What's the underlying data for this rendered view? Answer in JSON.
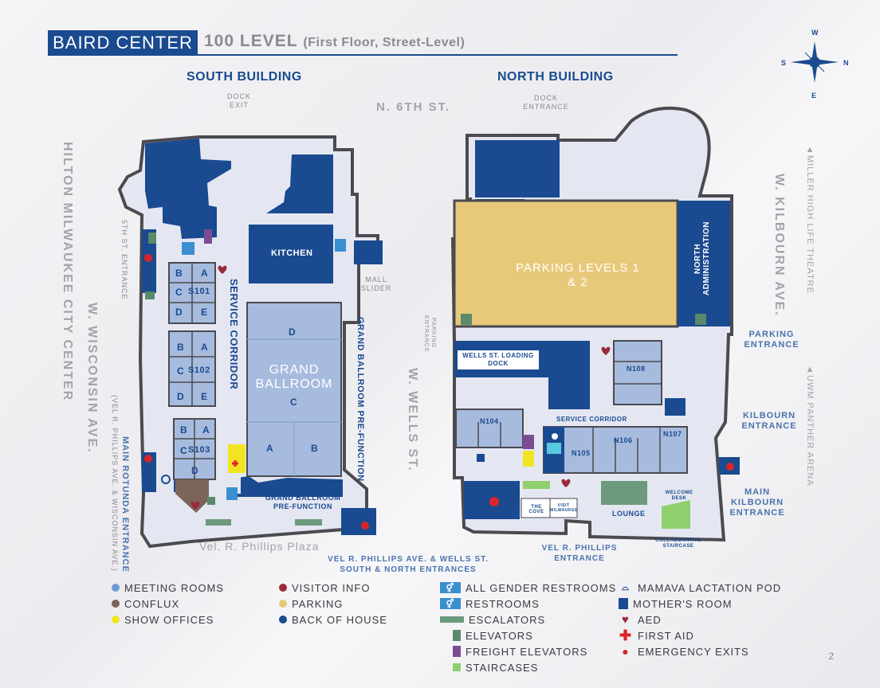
{
  "header": {
    "venue": "BAIRD CENTER",
    "level": "100 LEVEL",
    "level_detail": "(First Floor, Street-Level)"
  },
  "compass": {
    "north": "N",
    "south": "S",
    "east": "E",
    "west": "W"
  },
  "buildings": {
    "south": "SOUTH BUILDING",
    "north": "NORTH BUILDING"
  },
  "streets": {
    "n6th": "N. 6TH ST.",
    "hilton": "HILTON MILWAUKEE CITY CENTER",
    "wisconsin": "W. WISCONSIN AVE.",
    "wells": "W. WELLS ST.",
    "kilbourn": "W. KILBOURN AVE.",
    "miller": "▲MILLER HIGH LIFE THEATRE",
    "uwm": "▲UWM PANTHER ARENA",
    "plaza": "Vel. R. Phillips Plaza"
  },
  "labels": {
    "dock_exit": "DOCK EXIT",
    "dock_entrance": "DOCK ENTRANCE",
    "fifth_st_entrance": "5TH ST. ENTRANCE",
    "mall_slider": "MALL SLIDER",
    "parking_entrance_small": "PARKING ENTRANCE",
    "main_rotunda": "MAIN ROTUNDA ENTRANCE",
    "rotunda_sub": "(VEL R. PHILLIPS AVE. & WISCONSIN AVE.)",
    "wells_entrances": "VEL R. PHILLIPS AVE. & WELLS ST. SOUTH & NORTH ENTRANCES",
    "vel_entrance": "VEL R. PHILLIPS ENTRANCE",
    "parking_entrance": "PARKING ENTRANCE",
    "kilbourn_entrance": "KILBOURN ENTRANCE",
    "main_kilbourn": "MAIN KILBOURN ENTRANCE"
  },
  "rooms": {
    "kitchen": "KITCHEN",
    "service_corridor_s": "SERVICE CORRIDOR",
    "grand_ballroom": "GRAND BALLROOM",
    "gb_prefunction_v": "GRAND BALLROOM PRE-FUNCTION",
    "gb_prefunction": "GRAND BALLROOM PRE-FUNCTION",
    "s101": "S101",
    "s102": "S102",
    "s103": "S103",
    "parking": "PARKING LEVELS 1 & 2",
    "north_admin": "NORTH ADMINISTRATION",
    "loading_dock": "WELLS ST. LOADING DOCK",
    "service_corridor_n": "SERVICE CORRIDOR",
    "n104": "N104",
    "n105": "N105",
    "n106": "N106",
    "n107": "N107",
    "n108": "N108",
    "lounge": "LOUNGE",
    "welcome_desk": "WELCOME DESK",
    "collab_stair": "COLLABORATIVE STAIRCASE",
    "the_cove": "THE COVE",
    "visit_mke": "VISIT MILWAUKEE",
    "letters": {
      "a": "A",
      "b": "B",
      "c": "C",
      "d": "D",
      "e": "E"
    }
  },
  "legend": {
    "meeting_rooms": "MEETING ROOMS",
    "conflux": "CONFLUX",
    "show_offices": "SHOW OFFICES",
    "visitor_info": "VISITOR INFO",
    "parking": "PARKING",
    "back_of_house": "BACK OF HOUSE",
    "all_gender": "ALL GENDER RESTROOMS",
    "restrooms": "RESTROOMS",
    "escalators": "ESCALATORS",
    "elevators": "ELEVATORS",
    "freight": "FREIGHT ELEVATORS",
    "staircases": "STAIRCASES",
    "mamava": "MAMAVA LACTATION POD",
    "mothers": "MOTHER'S ROOM",
    "aed": "AED",
    "first_aid": "FIRST AID",
    "emergency": "EMERGENCY EXITS"
  },
  "page_number": "2",
  "colors": {
    "navy": "#1a4a8f",
    "meeting": "#a7bbde",
    "parking": "#e8c97a",
    "conflux": "#7a6558",
    "show_office": "#f2e422",
    "aed": "#9b2b3a",
    "first_aid": "#d9252a",
    "elevator": "#5a8a6a",
    "freight": "#7b4c93",
    "stair": "#8fcf6e",
    "corridor": "#e4e7f2"
  },
  "icons": [
    "compass-rose-icon",
    "aed-heart-icon",
    "first-aid-cross-icon",
    "emergency-exit-icon",
    "elevator-icon",
    "freight-elevator-icon",
    "restroom-icon",
    "escalator-icon",
    "staircase-icon",
    "mamava-pod-icon",
    "mothers-room-icon",
    "visitor-info-icon"
  ]
}
